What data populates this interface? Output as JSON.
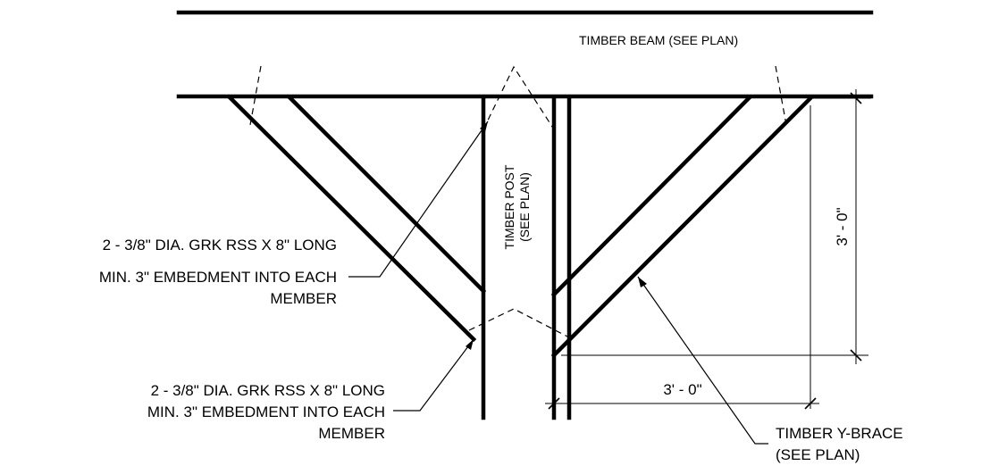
{
  "labels": {
    "beam": "TIMBER BEAM (SEE PLAN)",
    "post_line1": "TIMBER POST",
    "post_line2": "(SEE PLAN)",
    "fastener_upper": {
      "line1": "2 - 3/8\" DIA. GRK RSS X 8\" LONG",
      "line2": "MIN. 3\" EMBEDMENT INTO EACH",
      "line3": "MEMBER"
    },
    "fastener_lower": {
      "line1": "2 - 3/8\" DIA. GRK RSS X 8\" LONG",
      "line2": "MIN. 3\" EMBEDMENT INTO EACH",
      "line3": "MEMBER"
    },
    "brace_line1": "TIMBER Y-BRACE",
    "brace_line2": "(SEE PLAN)"
  },
  "dimensions": {
    "vertical": "3' - 0\"",
    "horizontal": "3' - 0\""
  }
}
